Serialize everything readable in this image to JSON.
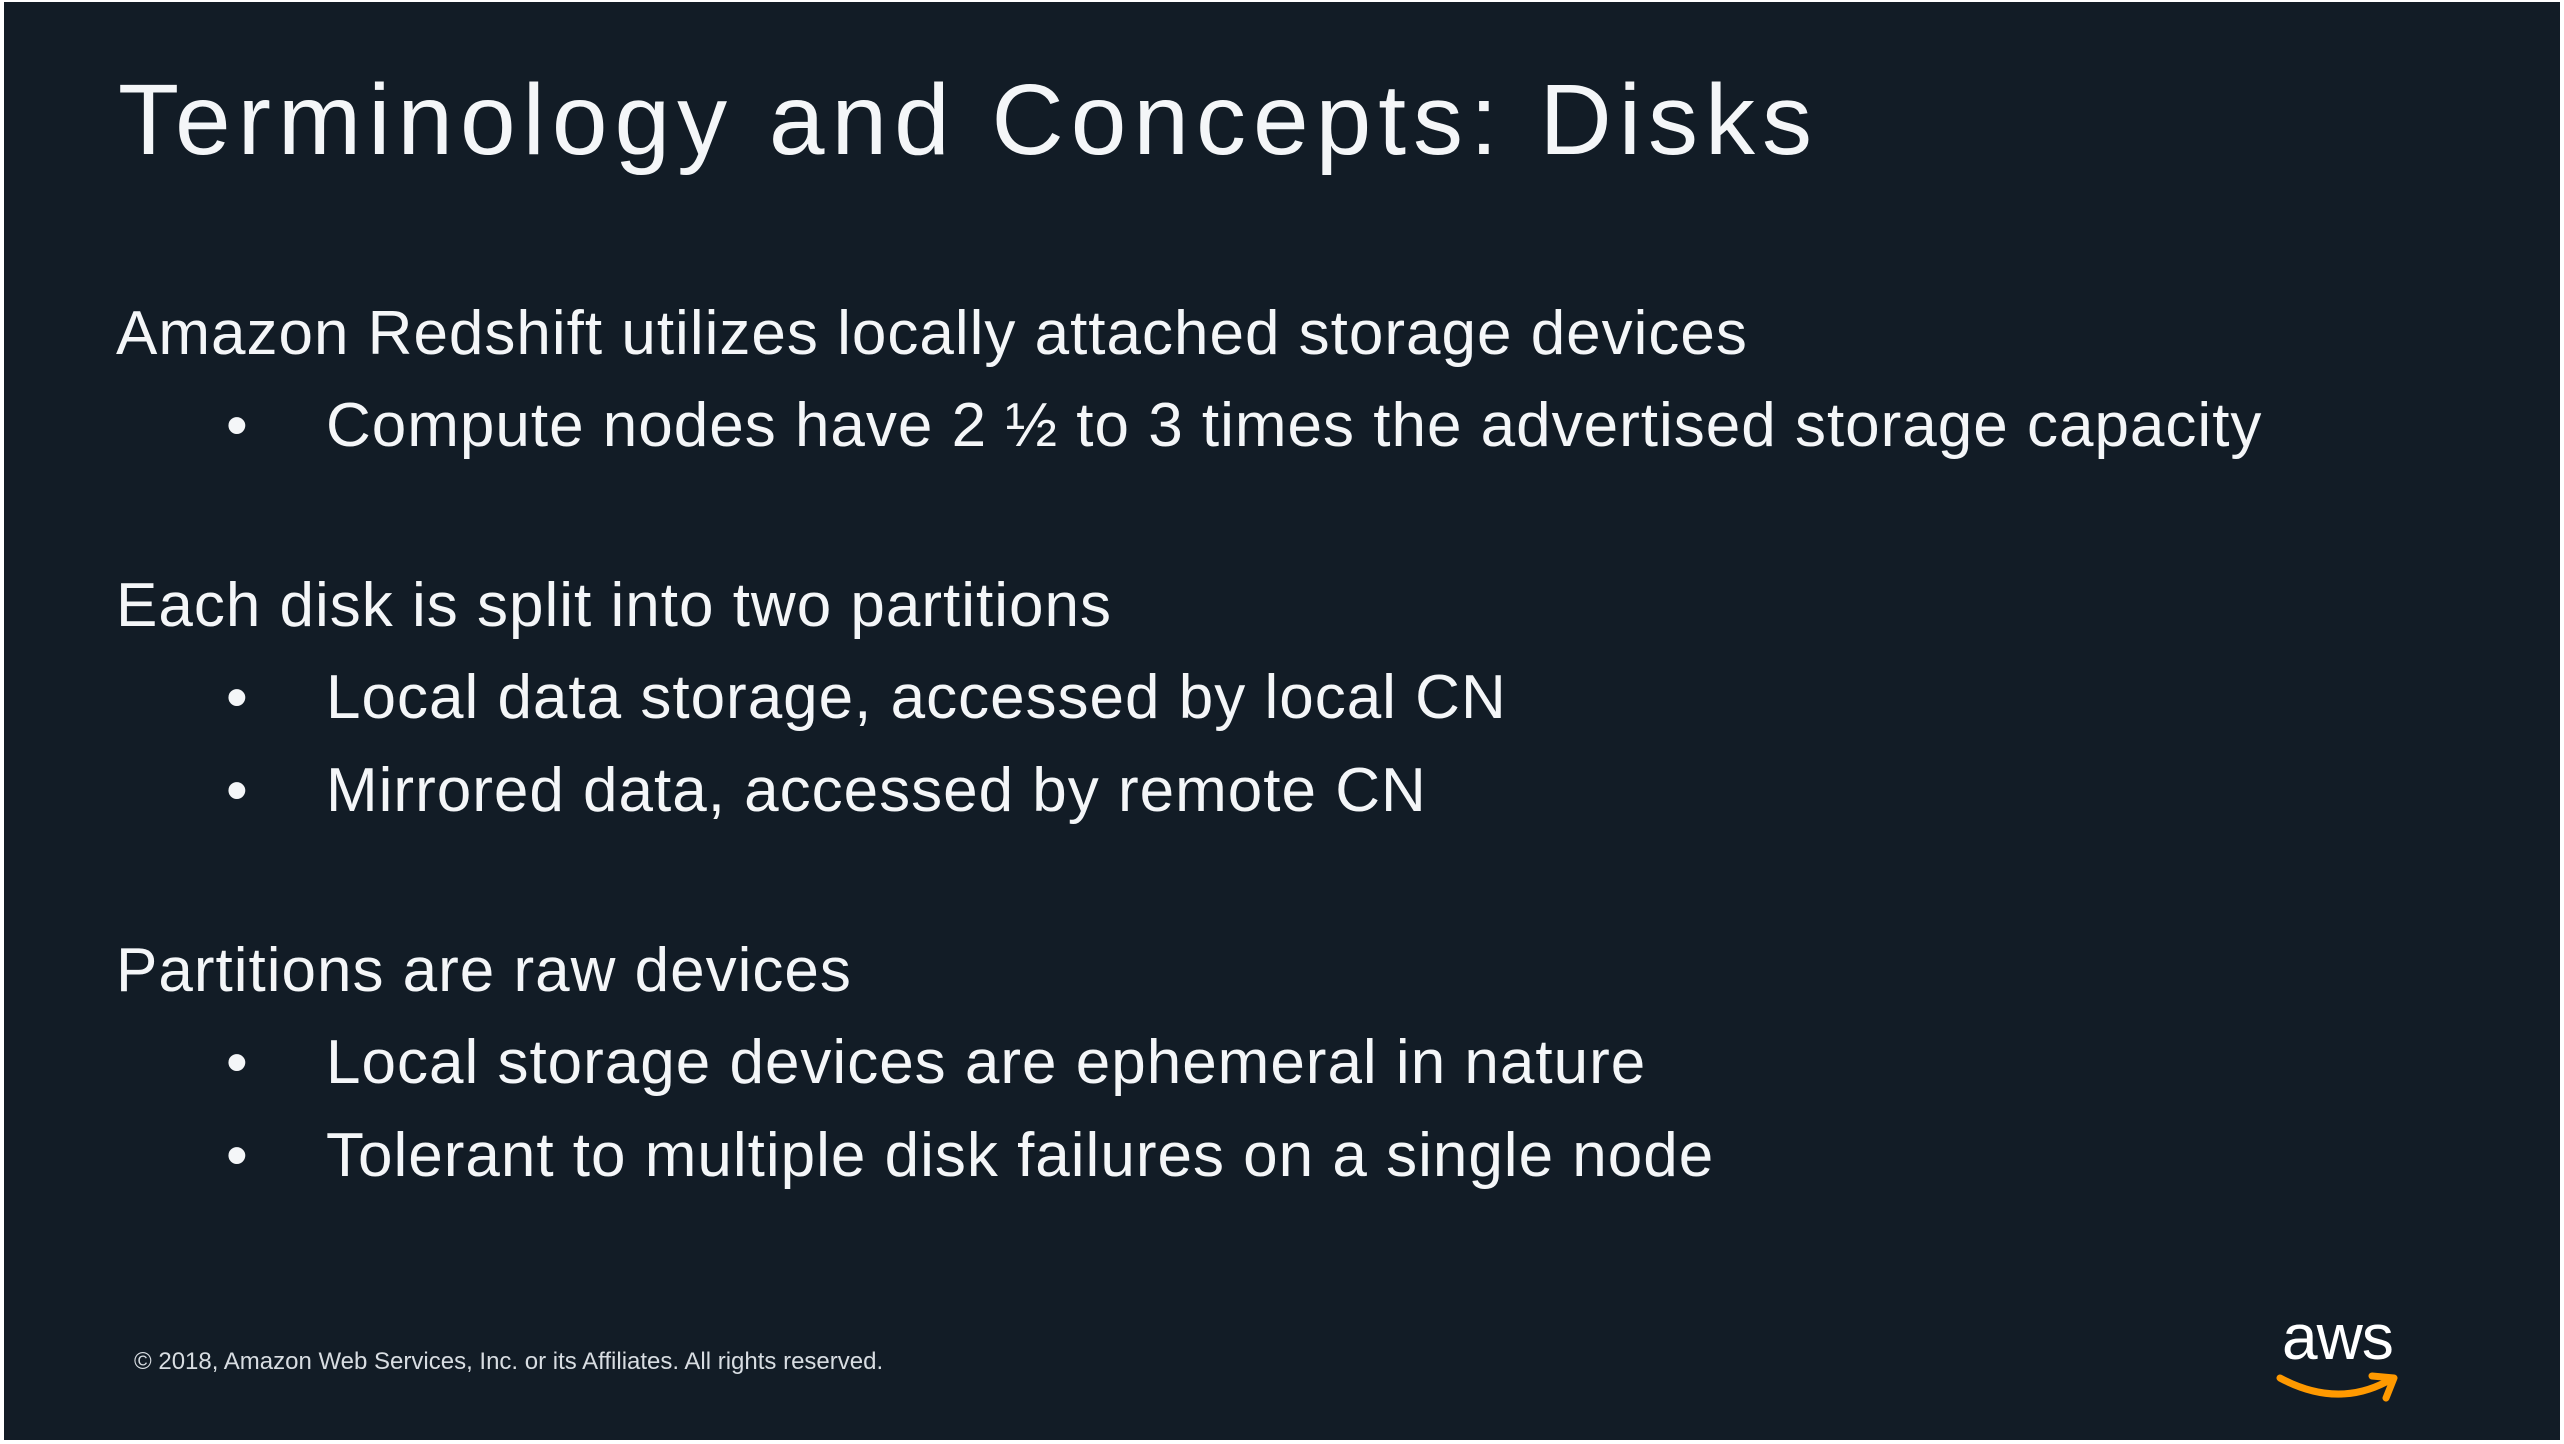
{
  "slide": {
    "title": "Terminology and Concepts: Disks",
    "sections": [
      {
        "heading": "Amazon Redshift utilizes locally attached storage devices",
        "bullets": [
          "Compute nodes have 2 ½ to 3 times the advertised storage capacity"
        ]
      },
      {
        "heading": "Each disk is split into two partitions",
        "bullets": [
          "Local data storage, accessed by local CN",
          "Mirrored data, accessed by remote CN"
        ]
      },
      {
        "heading": "Partitions are raw devices",
        "bullets": [
          "Local storage devices are ephemeral in nature",
          "Tolerant to multiple disk failures on a single node"
        ]
      }
    ],
    "bullet_symbol": "•",
    "footer": "© 2018, Amazon Web Services, Inc. or its Affiliates. All rights reserved.",
    "logo": {
      "text": "aws",
      "accent_color": "#ff9900"
    },
    "background_color": "#121c26"
  }
}
